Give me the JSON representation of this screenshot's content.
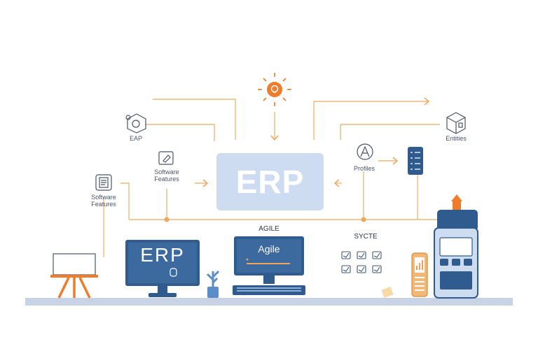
{
  "center": {
    "title": "ERP"
  },
  "left_nodes": [
    {
      "label": "EAP",
      "icon": "gear-cycle-icon"
    },
    {
      "label": "Software\nFeatures",
      "icon": "document-edit-icon"
    },
    {
      "label": "Software\nFeatures",
      "icon": "report-icon"
    }
  ],
  "right_nodes": [
    {
      "label": "Profiles",
      "icon": "user-profile-icon"
    },
    {
      "label": "Entities",
      "icon": "cube-icon"
    },
    {
      "label": "",
      "icon": "checklist-icon"
    }
  ],
  "top_node": {
    "icon": "idea-burst-icon"
  },
  "bottom": {
    "agile_heading": "AGILE",
    "monitor_erp": "ERP",
    "monitor_agile": "Agile",
    "calendar_heading": "SYCTE"
  },
  "colors": {
    "accent": "#f2a65a",
    "orange": "#f07b2a",
    "navy": "#2f5b8e",
    "light_blue": "#cddcf0",
    "floor": "#c9d3e6"
  }
}
